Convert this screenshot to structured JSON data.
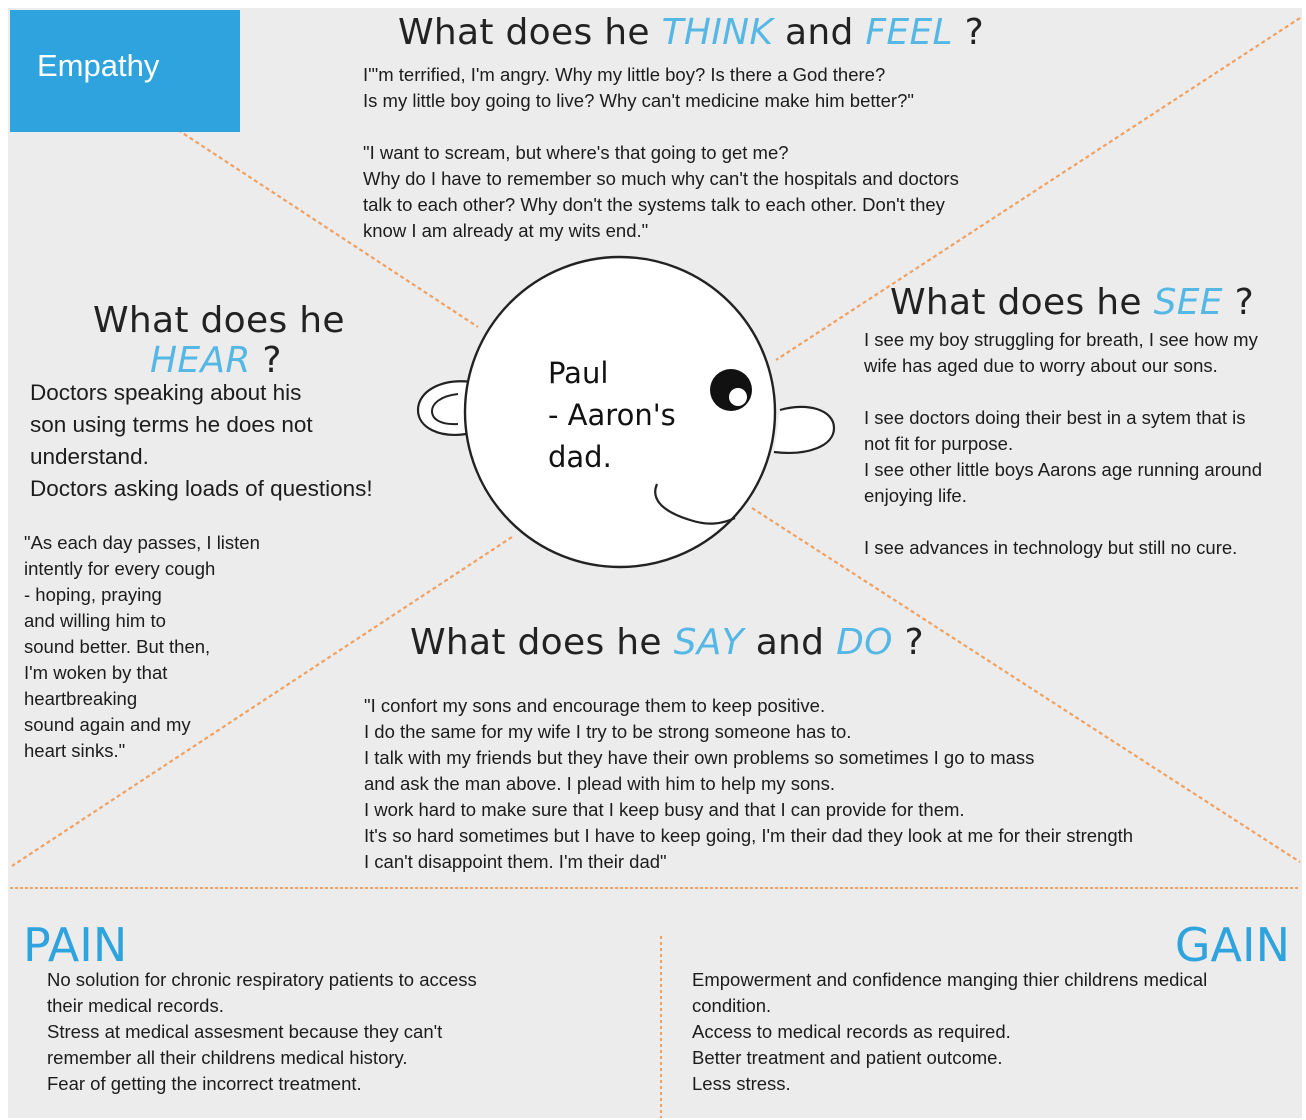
{
  "badge": {
    "label": "Empathy"
  },
  "think": {
    "prefix": "What does he ",
    "accent1": "THINK",
    "mid": " and ",
    "accent2": "FEEL",
    "suffix": " ?",
    "text": "I'\"m terrified, I'm angry. Why my little boy? Is there a God there?\nIs my little boy going to live? Why can't medicine make him better?\"\n\n\"I want to scream, but where's that going to get me?\nWhy do I have to remember so much why can't the hospitals and doctors\ntalk to each other? Why don't the systems talk to each other. Don't they\nknow I am already at my wits end.\""
  },
  "hear": {
    "line1": "What does he",
    "accent": "HEAR",
    "suffix": " ?",
    "text": "Doctors speaking about his\nson using terms he does not\nunderstand.\nDoctors asking loads of questions!",
    "quote": "\"As each day passes, I listen\n intently for every cough\n- hoping, praying\nand willing him to\nsound better. But then,\nI'm woken by that\nheartbreaking\nsound again and my\nheart sinks.\""
  },
  "see": {
    "prefix": "What does he ",
    "accent": "SEE",
    "suffix": " ?",
    "text": "I see my boy struggling for breath, I see how my\n wife has aged due to worry about our sons.\n\nI see doctors doing their best in a sytem that is\nnot fit for purpose.\nI see other little boys Aarons age running around\n enjoying life.\n\nI see advances in technology but still no cure."
  },
  "say": {
    "prefix": "What does he ",
    "accent1": "SAY",
    "mid": " and ",
    "accent2": "DO",
    "suffix": " ?",
    "text": "\"I confort my sons and encourage them to keep positive.\nI do the same for my wife I try to be strong someone has to.\nI talk with my friends but they have their own problems so sometimes I go to mass\nand ask the man above. I plead with him to help my sons.\nI work hard to make sure that I keep busy and that I can provide for them.\nIt's so hard sometimes but I have to keep going, I'm their dad they look at me for their strength\nI can't disappoint them. I'm their dad\""
  },
  "face": {
    "text": "Paul\n - Aaron's\ndad."
  },
  "pain": {
    "title": "PAIN",
    "text": "No solution for chronic respiratory patients to access\ntheir medical records.\nStress at medical assesment because they can't\nremember all their childrens medical history.\nFear of getting the incorrect treatment."
  },
  "gain": {
    "title": "GAIN",
    "text": "Empowerment and confidence manging thier childrens medical\ncondition.\nAccess to medical records as required.\nBetter treatment and patient outcome.\nLess stress."
  },
  "colors": {
    "accent": "#2fa3dd",
    "accent_text": "#55b8e4",
    "line": "#f0a060",
    "background": "#ececec"
  }
}
